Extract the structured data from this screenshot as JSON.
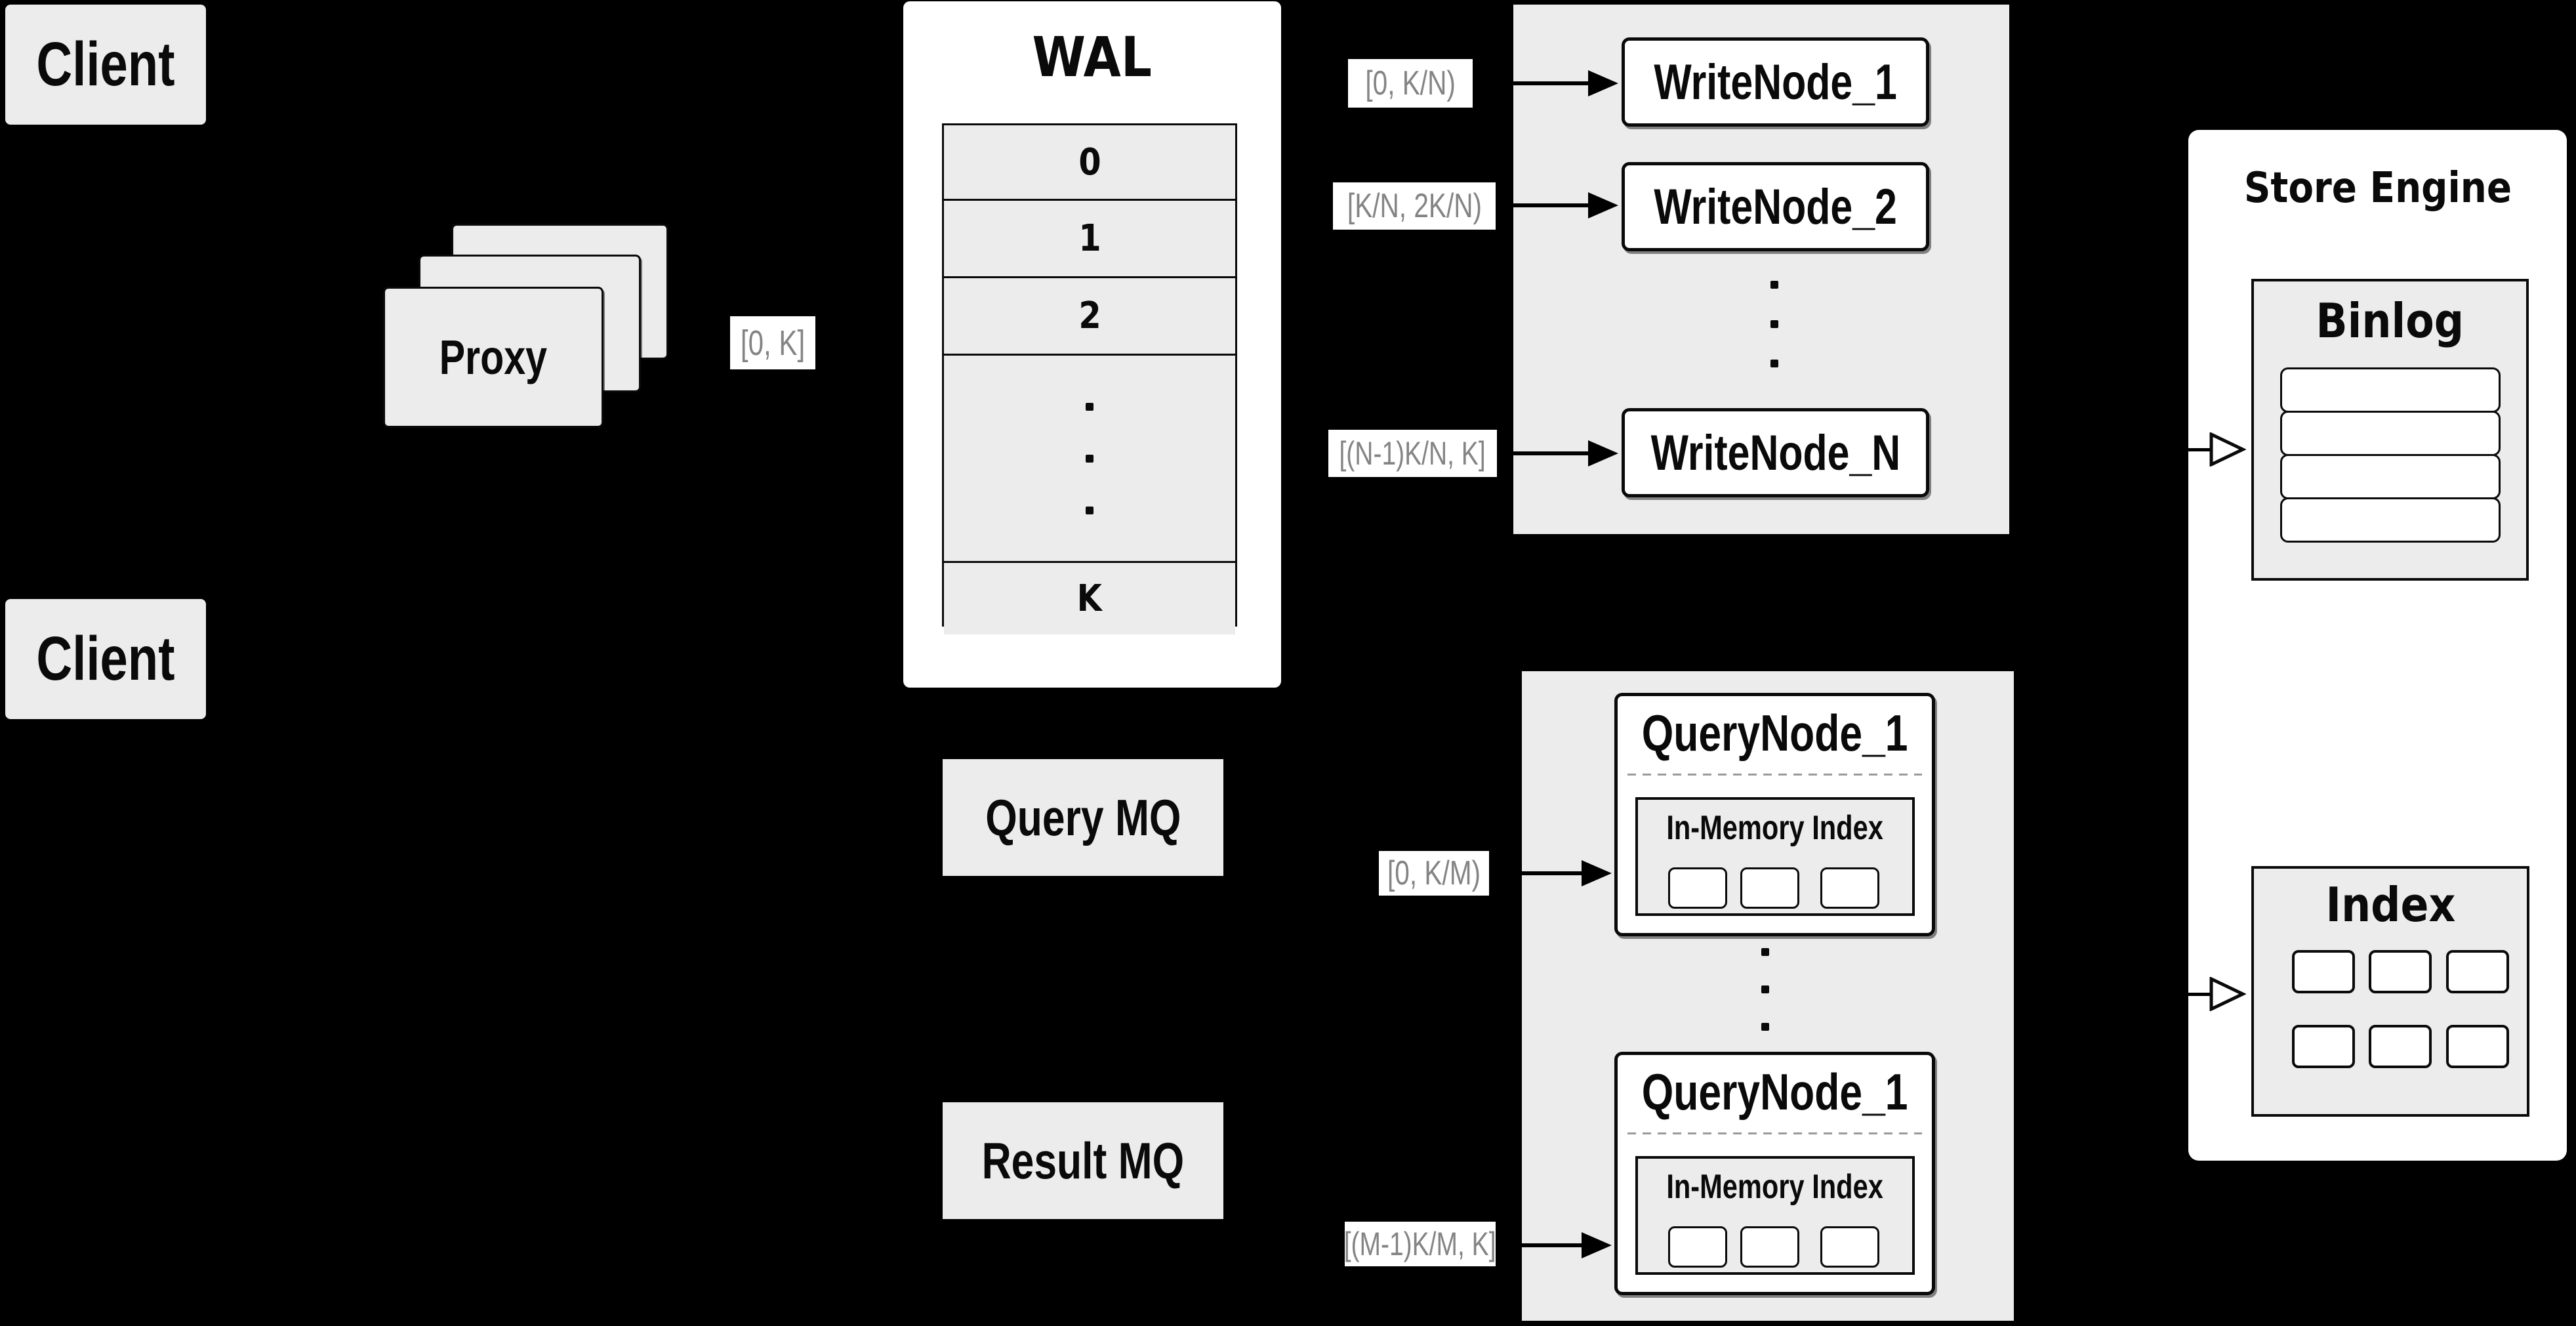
{
  "colors": {
    "background": "#000000",
    "panel_gray": "#ececec",
    "box_white": "#ffffff",
    "line_black": "#0a0a0a",
    "range_label_gray": "#848484",
    "dashed_separator_gray": "#9a9a9a"
  },
  "clients": [
    {
      "label": "Client"
    },
    {
      "label": "Client"
    }
  ],
  "proxy": {
    "label": "Proxy",
    "range_label": "[0, K]"
  },
  "wal": {
    "title": "WAL",
    "rows": [
      "0",
      "1",
      "2"
    ],
    "last_row": "K"
  },
  "write_cluster": {
    "range_labels": [
      "[0, K/N)",
      "[K/N, 2K/N)",
      "[(N-1)K/N, K]"
    ],
    "nodes": [
      "WriteNode_1",
      "WriteNode_2",
      "WriteNode_N"
    ]
  },
  "mq": {
    "query_label": "Query MQ",
    "result_label": "Result MQ"
  },
  "query_cluster": {
    "range_labels": [
      "[0, K/M)",
      "[(M-1)K/M, K]"
    ],
    "nodes": [
      {
        "title": "QueryNode_1",
        "subtitle": "In-Memory Index"
      },
      {
        "title": "QueryNode_1",
        "subtitle": "In-Memory Index"
      }
    ]
  },
  "store_engine": {
    "title": "Store Engine",
    "binlog_title": "Binlog",
    "index_title": "Index"
  }
}
